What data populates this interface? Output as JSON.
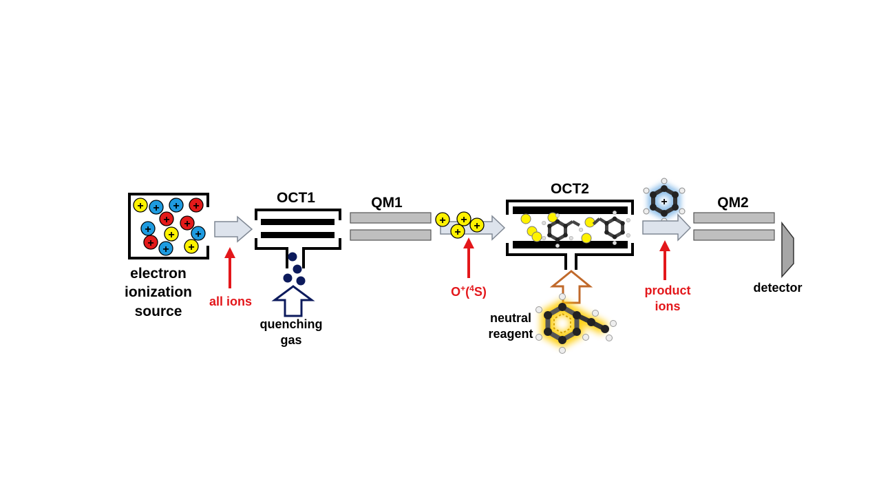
{
  "colors": {
    "annotation": "#e3171b",
    "ion_yellow": "#fff200",
    "ion_blue": "#1e9be0",
    "ion_red": "#e31a1a",
    "rod_gray": "#bfbfbf",
    "quench_gas": "#0c1a5c",
    "reagent_arrow": "#c0692a",
    "quench_arrow": "#0c1a5c",
    "beam_arrow": "#dde3ec"
  },
  "labels": {
    "source": [
      "electron",
      "ionization",
      "source"
    ],
    "all_ions": "all ions",
    "oct1": "OCT1",
    "quenching_gas": [
      "quenching",
      "gas"
    ],
    "qm1": "QM1",
    "o_plus_base": "O",
    "o_plus_sup1": "+",
    "o_plus_paren_open": "(",
    "o_plus_sup2": "4",
    "o_plus_rest": "S)",
    "oct2": "OCT2",
    "neutral_reagent": [
      "neutral",
      "reagent"
    ],
    "product_ions": [
      "product",
      "ions"
    ],
    "qm2": "QM2",
    "detector": "detector"
  },
  "ion_symbol": "+",
  "source_ions": [
    "yellow",
    "blue",
    "blue",
    "red",
    "red",
    "red",
    "blue",
    "yellow",
    "blue",
    "red",
    "blue",
    "yellow"
  ],
  "selected_ions": [
    "yellow",
    "yellow",
    "yellow",
    "yellow"
  ]
}
